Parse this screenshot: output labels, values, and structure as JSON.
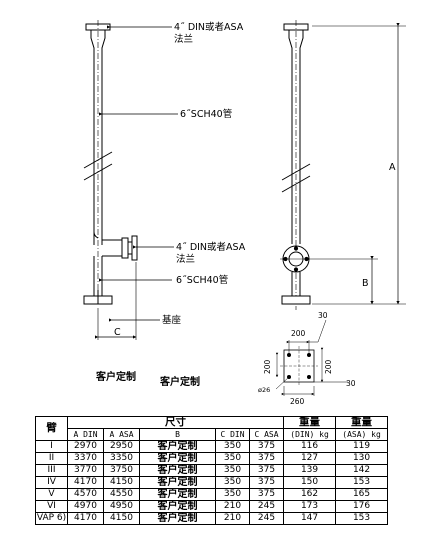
{
  "drawing": {
    "flange_top_label_line1": "4˝ DIN或者ASA",
    "flange_top_label_line2": "法兰",
    "pipe6_label": "6˝SCH40管",
    "flange_side_label_line1": "4˝ DIN或者ASA",
    "flange_side_label_line2": "法兰",
    "pipe6_side_label": "6˝SCH40管",
    "base_label": "基座",
    "dim_c": "C",
    "dim_a": "A",
    "dim_b": "B",
    "custom_left": "客户定制",
    "custom_right": "客户定制",
    "base_dim_200_top": "200",
    "base_dim_30_top": "30",
    "base_dim_200_left": "200",
    "base_dim_200_right": "200",
    "base_dim_hole": "ø26",
    "base_dim_30_bottom": "30",
    "base_dim_260": "260"
  },
  "table": {
    "col_arm": "臂",
    "col_size": "尺寸",
    "col_weight1": "重量",
    "col_weight2": "重量",
    "sub_a_din": "A DIN",
    "sub_a_asa": "A ASA",
    "sub_b": "B",
    "sub_c_din": "C DIN",
    "sub_c_asa": "C ASA",
    "sub_w_din": "(DIN) kg",
    "sub_w_asa": "(ASA) kg",
    "rows": [
      {
        "arm": "I",
        "a_din": "2970",
        "a_asa": "2950",
        "b": "客户定制",
        "c_din": "350",
        "c_asa": "375",
        "w_din": "116",
        "w_asa": "119"
      },
      {
        "arm": "II",
        "a_din": "3370",
        "a_asa": "3350",
        "b": "客户定制",
        "c_din": "350",
        "c_asa": "375",
        "w_din": "127",
        "w_asa": "130"
      },
      {
        "arm": "III",
        "a_din": "3770",
        "a_asa": "3750",
        "b": "客户定制",
        "c_din": "350",
        "c_asa": "375",
        "w_din": "139",
        "w_asa": "142"
      },
      {
        "arm": "IV",
        "a_din": "4170",
        "a_asa": "4150",
        "b": "客户定制",
        "c_din": "350",
        "c_asa": "375",
        "w_din": "150",
        "w_asa": "153"
      },
      {
        "arm": "V",
        "a_din": "4570",
        "a_asa": "4550",
        "b": "客户定制",
        "c_din": "350",
        "c_asa": "375",
        "w_din": "162",
        "w_asa": "165"
      },
      {
        "arm": "VI",
        "a_din": "4970",
        "a_asa": "4950",
        "b": "客户定制",
        "c_din": "210",
        "c_asa": "245",
        "w_din": "173",
        "w_asa": "176"
      },
      {
        "arm": "VAP 6)",
        "a_din": "4170",
        "a_asa": "4150",
        "b": "客户定制",
        "c_din": "210",
        "c_asa": "245",
        "w_din": "147",
        "w_asa": "153"
      }
    ]
  }
}
